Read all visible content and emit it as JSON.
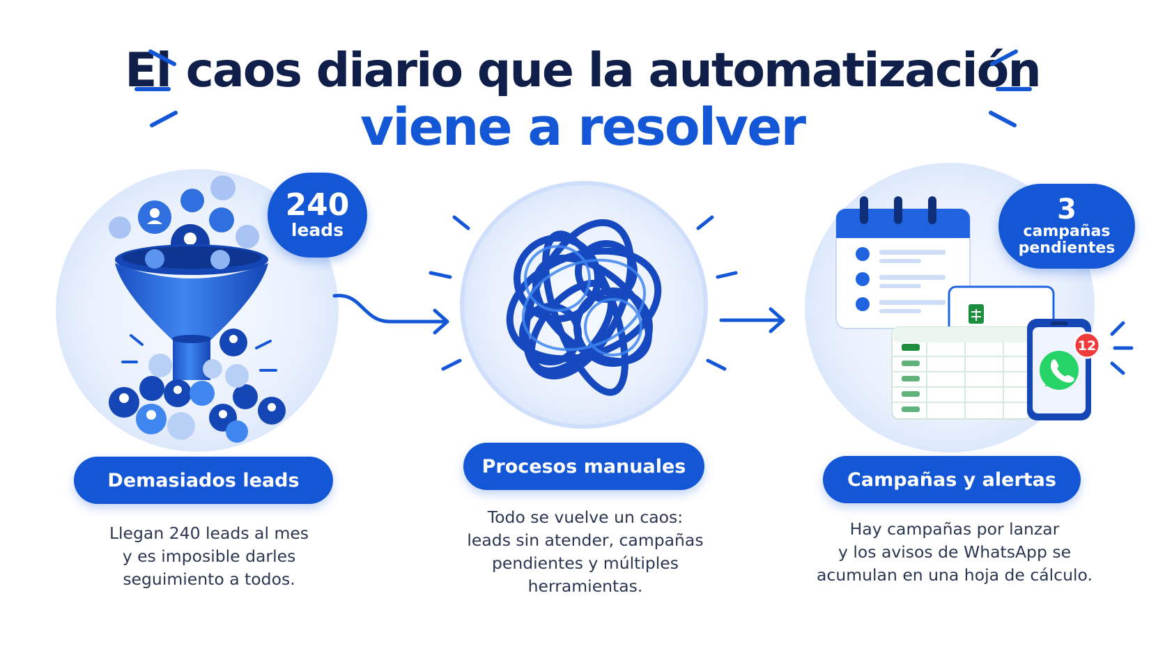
{
  "title": {
    "line1": "El caos diario que la automatización",
    "line2": "viene a resolver"
  },
  "colors": {
    "primary": "#1457d6",
    "dark": "#0f1f4a",
    "light_bg": "#e9f0fd",
    "alert_red": "#ef3b3b",
    "sheet_green": "#1e8e3e",
    "whatsapp_green": "#25d366"
  },
  "panels": [
    {
      "icon": "funnel-with-people-icon",
      "badge": {
        "number": "240",
        "label": "leads"
      },
      "pill": "Demasiados leads",
      "description": "Llegan 240 leads al mes\ny es imposible darles\nseguimiento a todos."
    },
    {
      "icon": "tangled-knot-icon",
      "pill": "Procesos manuales",
      "description": "Todo se vuelve un caos:\nleads sin atender, campañas\npendientes y múltiples\nherramientas."
    },
    {
      "icon": "calendar-spreadsheet-phone-icon",
      "badge": {
        "number": "3",
        "label": "campañas\npendientes"
      },
      "notification_count": "12",
      "pill": "Campañas y alertas",
      "description": "Hay campañas por lanzar\ny los avisos de WhatsApp se\nacumulan en una hoja de cálculo."
    }
  ]
}
